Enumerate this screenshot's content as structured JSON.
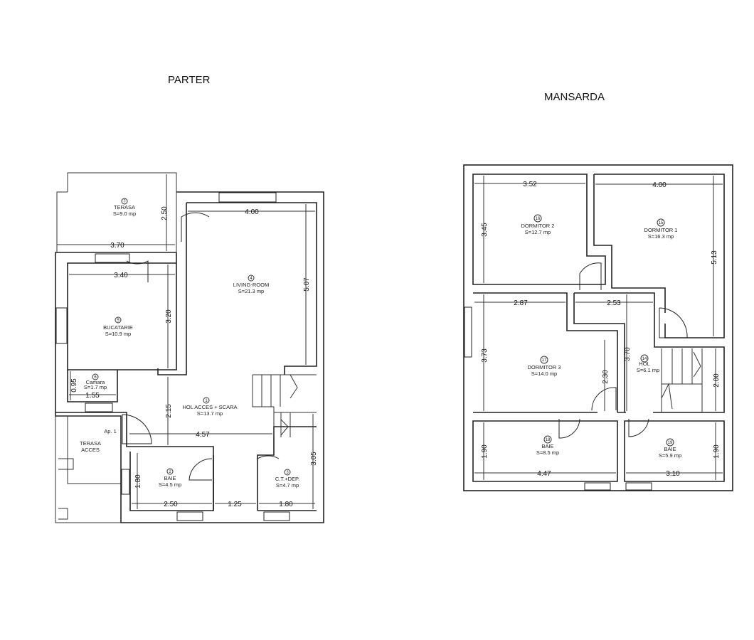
{
  "titles": {
    "ground_floor": "PARTER",
    "attic": "MANSARDA"
  },
  "parter": {
    "rooms": [
      {
        "num": "7",
        "name": "TERASA",
        "area": "S=9.0 mp"
      },
      {
        "num": "4",
        "name": "LIVING-ROOM",
        "area": "S=21.3 mp"
      },
      {
        "num": "5",
        "name": "BUCATARIE",
        "area": "S=10.9 mp"
      },
      {
        "num": "6",
        "name": "Camara",
        "area": "S=1.7 mp"
      },
      {
        "num": "1",
        "name": "HOL ACCES + SCARA",
        "area": "S=13.7 mp"
      },
      {
        "num": "2",
        "name": "BAIE",
        "area": "S=4.5 mp"
      },
      {
        "num": "3",
        "name": "C.T.+DEP.",
        "area": "S=4.7 mp"
      }
    ],
    "terasa_acces": [
      "TERASA",
      "ACCES"
    ],
    "entrance_label": "Ap. 1",
    "dims": [
      "2.50",
      "3.70",
      "4.00",
      "3.40",
      "3.20",
      "5.07",
      "0.95",
      "1.55",
      "2.15",
      "4.57",
      "3.05",
      "1.80",
      "2.50",
      "1.25",
      "1.80"
    ]
  },
  "mansarda": {
    "rooms": [
      {
        "num": "16",
        "name": "DORMITOR 2",
        "area": "S=12.7 mp"
      },
      {
        "num": "15",
        "name": "DORMITOR 1",
        "area": "S=16.3 mp"
      },
      {
        "num": "17",
        "name": "DORMITOR 3",
        "area": "S=14.0 mp"
      },
      {
        "num": "14",
        "name": "HOL",
        "area": "S=6.1 mp"
      },
      {
        "num": "18",
        "name": "BAIE",
        "area": "S=8.5 mp"
      },
      {
        "num": "19",
        "name": "BAIE",
        "area": "S=5.9 mp"
      }
    ],
    "dims": [
      "3.52",
      "4.00",
      "3.45",
      "5.13",
      "2.87",
      "2.53",
      "3.73",
      "3.70",
      "2.30",
      "2.00",
      "1.90",
      "1.90",
      "4.47",
      "3.10"
    ]
  }
}
